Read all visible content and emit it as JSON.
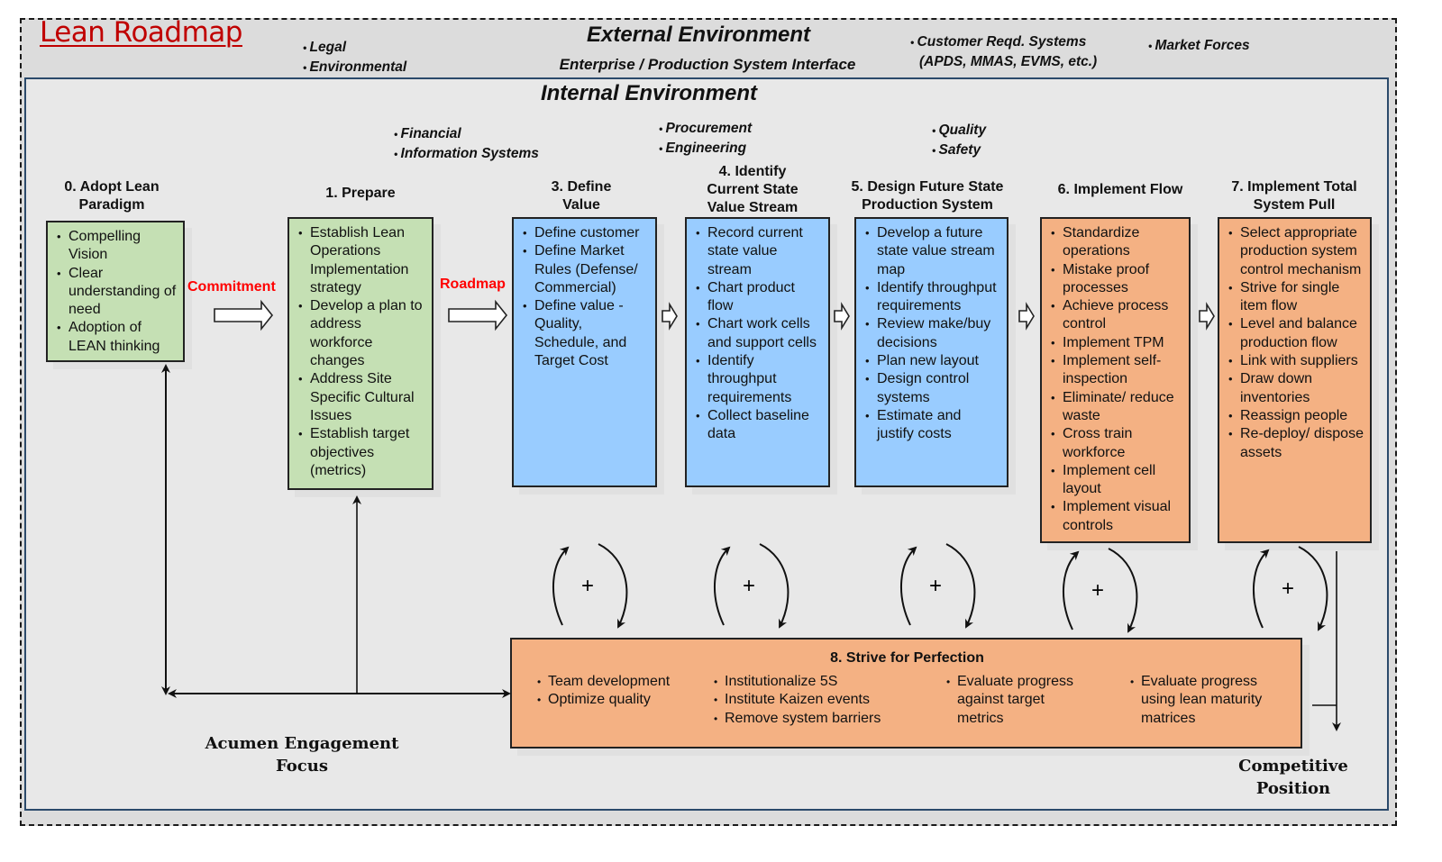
{
  "title": "Lean Roadmap",
  "external": {
    "heading": "External Environment",
    "subheading": "Enterprise / Production System Interface",
    "factors_left": [
      "Legal",
      "Environmental"
    ],
    "factors_customer": [
      "Customer Reqd. Systems",
      "(APDS, MMAS, EVMS, etc.)"
    ],
    "factors_market": [
      "Market Forces"
    ]
  },
  "internal": {
    "heading": "Internal Environment",
    "factors_a": [
      "Financial",
      "Information Systems"
    ],
    "factors_b": [
      "Procurement",
      "Engineering"
    ],
    "factors_c": [
      "Quality",
      "Safety"
    ]
  },
  "connectors": {
    "commitment": "Commitment",
    "roadmap": "Roadmap"
  },
  "steps": [
    {
      "title": "0. Adopt Lean Paradigm",
      "color": "#c5e0b4",
      "items": [
        "Compelling Vision",
        "Clear understanding of  need",
        "Adoption of LEAN thinking"
      ]
    },
    {
      "title": "1. Prepare",
      "color": "#c5e0b4",
      "items": [
        "Establish Lean Operations Implementation strategy",
        "Develop a plan to address workforce changes",
        "Address Site Specific Cultural Issues",
        "Establish target objectives (metrics)"
      ]
    },
    {
      "title": "3. Define Value",
      "color": "#99ccff",
      "items": [
        "Define customer",
        "Define Market Rules (Defense/ Commercial)",
        "Define value - Quality, Schedule, and Target Cost"
      ]
    },
    {
      "title": "4. Identify Current State Value Stream",
      "color": "#99ccff",
      "items": [
        "Record current state value stream",
        "Chart product flow",
        "Chart work cells and support cells",
        "Identify throughput requirements",
        "Collect baseline data"
      ]
    },
    {
      "title": "5. Design Future State Production System",
      "color": "#99ccff",
      "items": [
        "Develop a future state value stream map",
        "Identify throughput requirements",
        "Review make/buy decisions",
        "Plan new layout",
        "Design control systems",
        "Estimate and justify costs"
      ]
    },
    {
      "title": "6. Implement Flow",
      "color": "#f4b183",
      "items": [
        "Standardize operations",
        "Mistake proof processes",
        "Achieve process control",
        "Implement TPM",
        "Implement self-inspection",
        "Eliminate/ reduce waste",
        "Cross train workforce",
        "Implement cell layout",
        "Implement visual controls"
      ]
    },
    {
      "title": "7. Implement Total System Pull",
      "color": "#f4b183",
      "items": [
        "Select appropriate production system control mechanism",
        "Strive for single item flow",
        "Level and balance production flow",
        "Link with suppliers",
        "Draw down inventories",
        "Reassign people",
        "Re-deploy/ dispose assets"
      ]
    }
  ],
  "strive": {
    "title": "8. Strive for Perfection",
    "columns": [
      [
        "Team development",
        "Optimize quality"
      ],
      [
        "Institutionalize 5S",
        "Institute Kaizen events",
        "Remove system barriers"
      ],
      [
        "Evaluate progress against target metrics"
      ],
      [
        "Evaluate progress using lean maturity matrices"
      ]
    ]
  },
  "feedback_symbol": "+",
  "labels": {
    "acumen": [
      "Acumen Engagement",
      "Focus"
    ],
    "competitive": "Competitive Position"
  }
}
